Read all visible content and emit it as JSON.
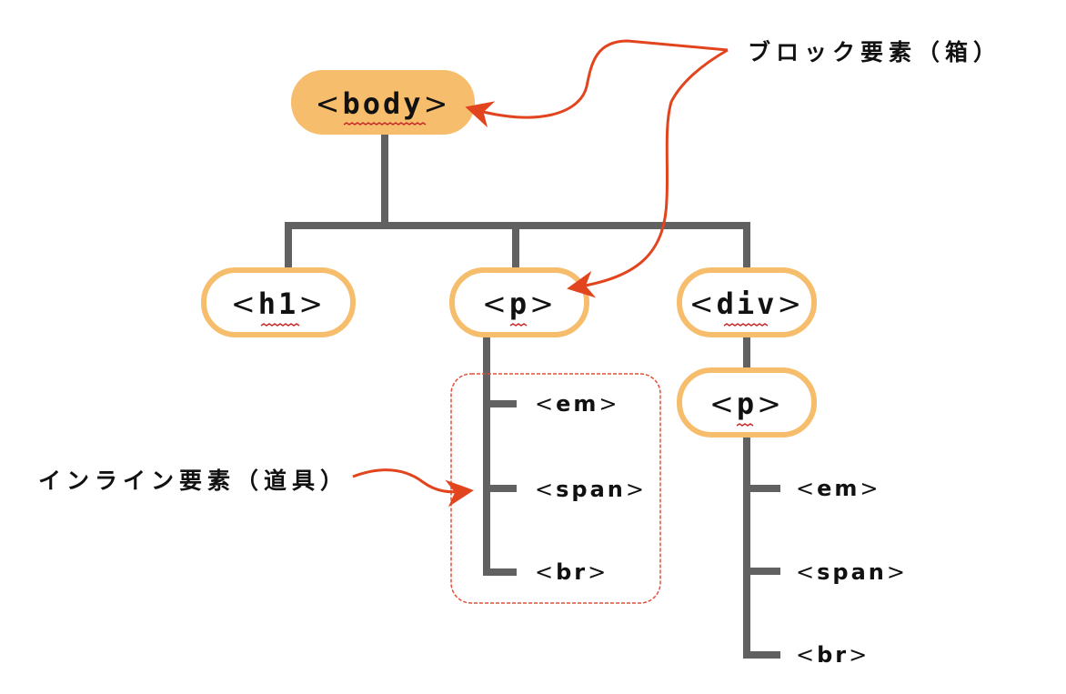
{
  "colors": {
    "body_fill": "#F6BD6C",
    "node_border": "#F6BD6C",
    "connector": "#616161",
    "arrow": "#E2441E",
    "dashed_box": "#E0503A",
    "squiggle": "#C62828"
  },
  "nodes": {
    "body": {
      "open": "<",
      "tag": "body",
      "close": ">"
    },
    "h1": {
      "open": "<",
      "tag": "h1",
      "close": ">"
    },
    "p": {
      "open": "<",
      "tag": "p",
      "close": ">"
    },
    "div": {
      "open": "<",
      "tag": "div",
      "close": ">"
    },
    "div_p": {
      "open": "<",
      "tag": "p",
      "close": ">"
    }
  },
  "p_children": [
    {
      "open": "<",
      "tag": "em",
      "close": ">"
    },
    {
      "open": "<",
      "tag": "span",
      "close": ">"
    },
    {
      "open": "<",
      "tag": "br",
      "close": ">"
    }
  ],
  "div_p_children": [
    {
      "open": "<",
      "tag": "em",
      "close": ">"
    },
    {
      "open": "<",
      "tag": "span",
      "close": ">"
    },
    {
      "open": "<",
      "tag": "br",
      "close": ">"
    }
  ],
  "annotations": {
    "block": "ブロック要素（箱）",
    "inline": "インライン要素（道具）"
  }
}
